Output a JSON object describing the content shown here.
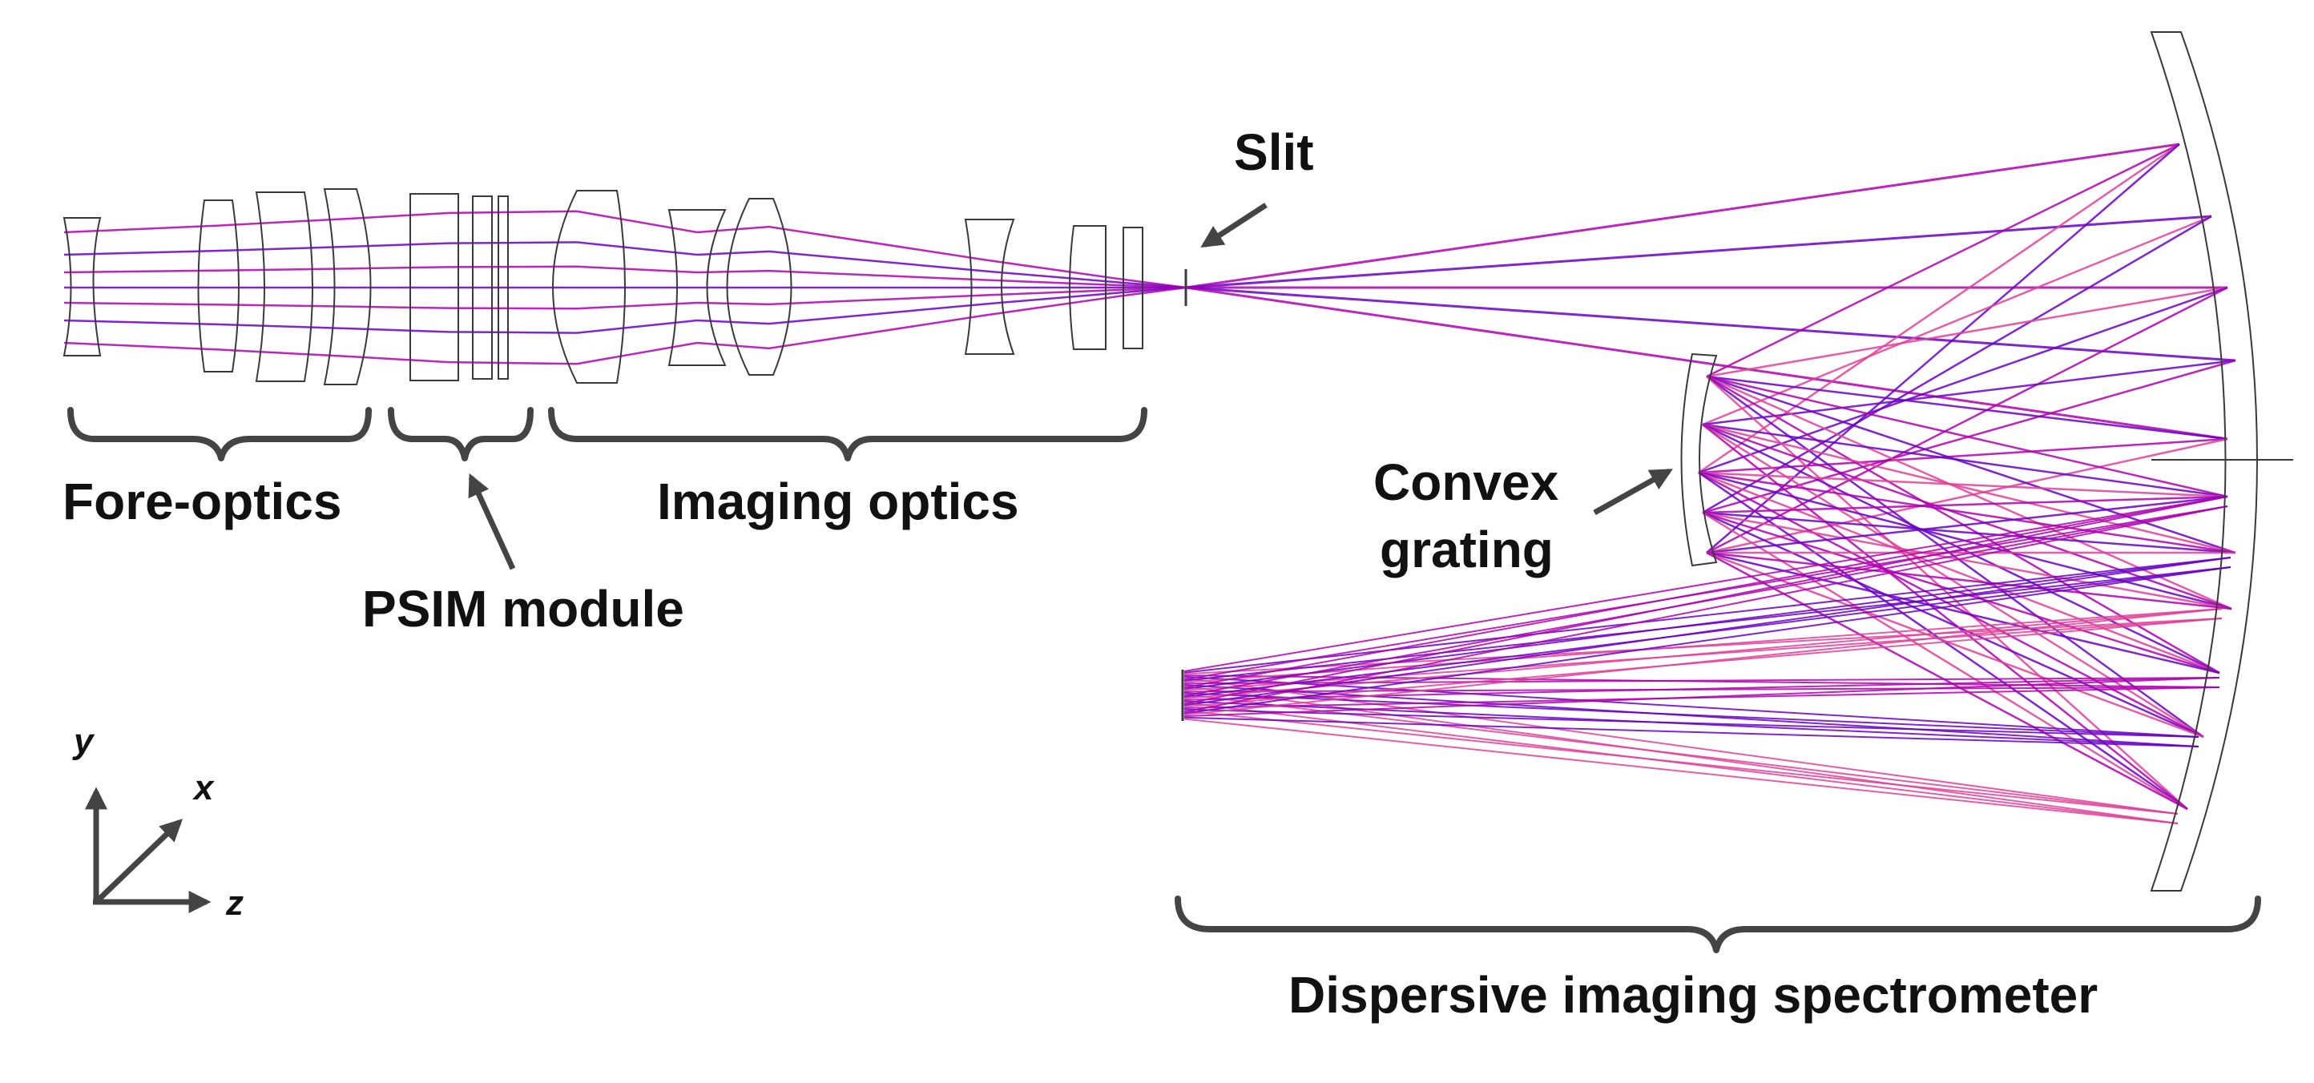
{
  "labels": {
    "slit": "Slit",
    "fore_optics": "Fore-optics",
    "psim_module": "PSIM module",
    "imaging_optics": "Imaging optics",
    "convex_grating_line1": "Convex",
    "convex_grating_line2": "grating",
    "spectrometer": "Dispersive imaging spectrometer"
  },
  "axes": {
    "y": "y",
    "x": "x",
    "z": "z"
  },
  "colors": {
    "ray_primary": "#b000b0",
    "ray_secondary": "#6a00c8",
    "ray_accent": "#e0409a",
    "outline": "#3a3a3a",
    "annotation": "#444444"
  }
}
